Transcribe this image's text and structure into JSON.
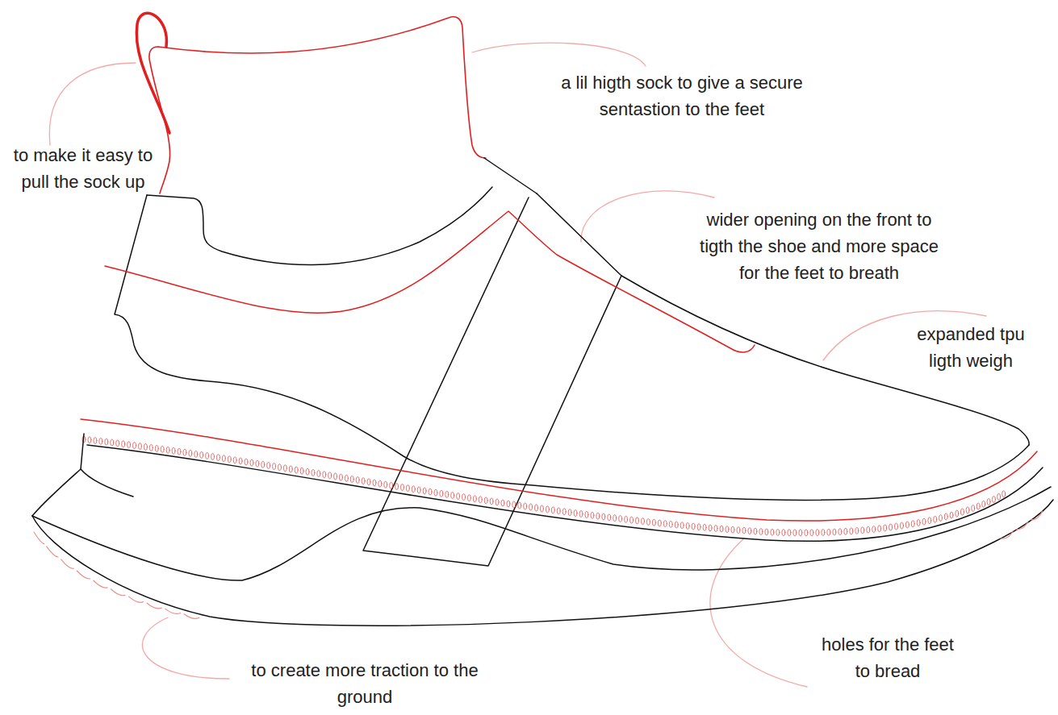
{
  "diagram": {
    "labels": [
      "a lil higth sock to give a secure sentastion to the feet",
      "to make it easy to pull the sock up",
      "wider opening on the front to tigth the shoe and more space for the feet to breath",
      "expanded tpu ligth weigh",
      "holes for the feet to bread",
      "to create more traction to the ground"
    ]
  }
}
